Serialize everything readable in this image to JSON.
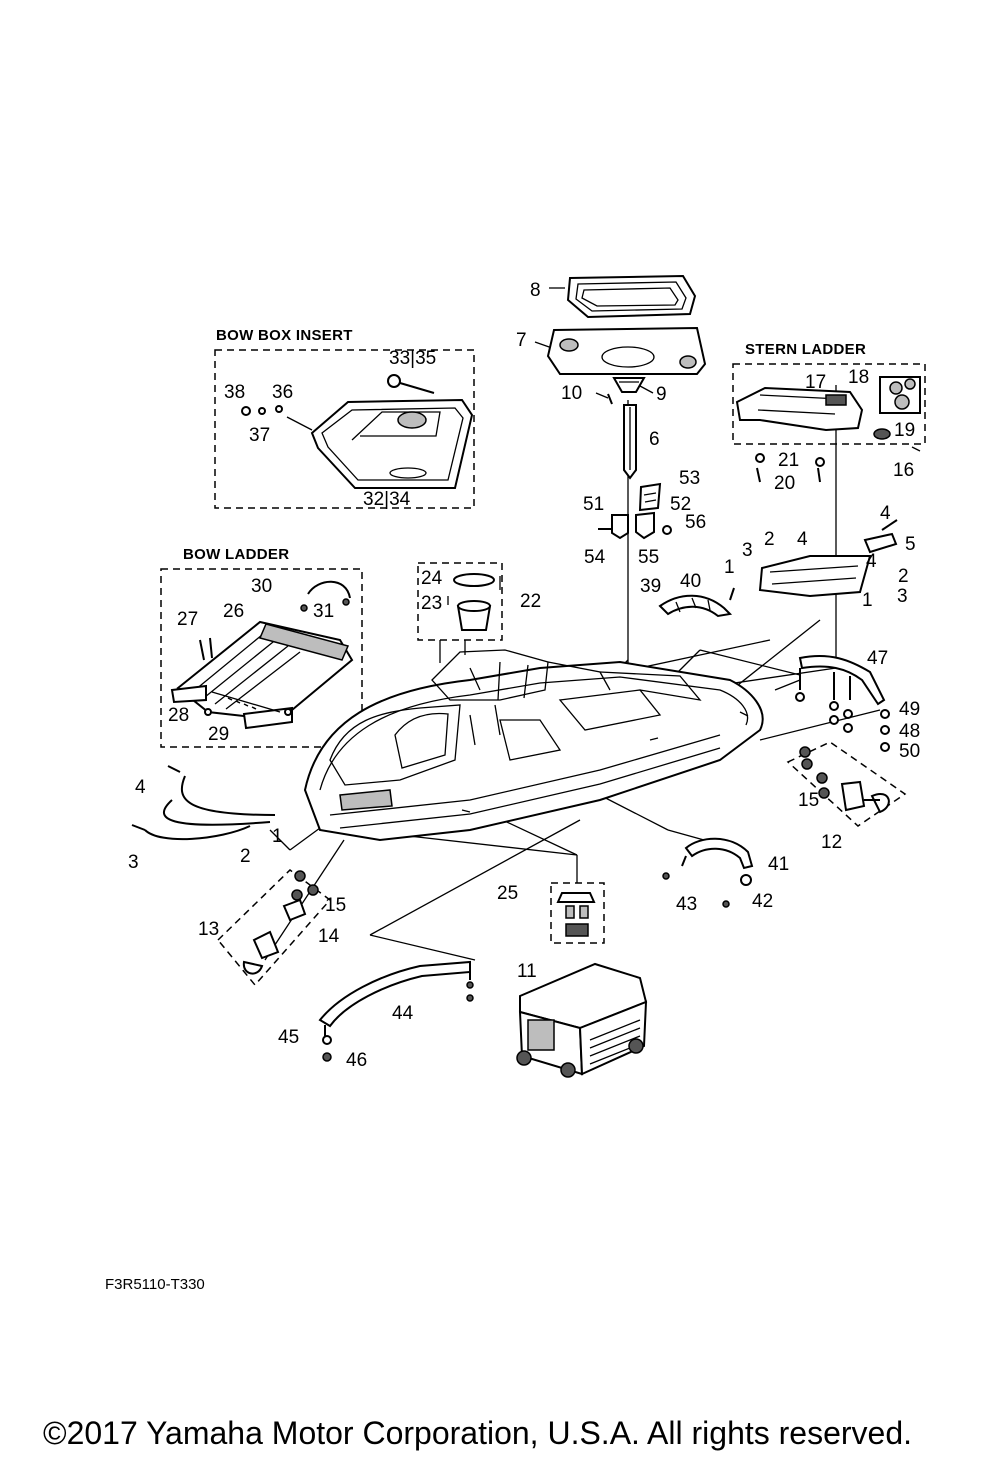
{
  "boxes": {
    "bow_box_insert": "BOW BOX INSERT",
    "stern_ladder": "STERN LADDER",
    "bow_ladder": "BOW LADDER"
  },
  "callouts": {
    "c8": "8",
    "c7": "7",
    "c10": "10",
    "c9": "9",
    "c6": "6",
    "c53": "53",
    "c51": "51",
    "c52": "52",
    "c56": "56",
    "c54": "54",
    "c55": "55",
    "c33_35": "33|35",
    "c38": "38",
    "c36": "36",
    "c37": "37",
    "c32_34": "32|34",
    "c17": "17",
    "c18": "18",
    "c19": "19",
    "c21": "21",
    "c20": "20",
    "c16": "16",
    "c4_top": "4",
    "c5": "5",
    "c2_r": "2",
    "c4_r1": "4",
    "c3_r1": "3",
    "c1_r1": "1",
    "c4_r2": "4",
    "c2_r2": "2",
    "c1_r2": "1",
    "c3_r2": "3",
    "c39": "39",
    "c40": "40",
    "c24": "24",
    "c23": "23",
    "c22": "22",
    "c30": "30",
    "c31": "31",
    "c27": "27",
    "c26": "26",
    "c28": "28",
    "c29": "29",
    "c47": "47",
    "c49": "49",
    "c48": "48",
    "c50": "50",
    "c15_r": "15",
    "c12": "12",
    "c4_l": "4",
    "c1_l": "1",
    "c3_l": "3",
    "c2_l": "2",
    "c41": "41",
    "c42": "42",
    "c43": "43",
    "c25": "25",
    "c15_l": "15",
    "c14": "14",
    "c13": "13",
    "c11": "11",
    "c44": "44",
    "c45": "45",
    "c46": "46"
  },
  "diagram_code": "F3R5110-T330",
  "copyright": "©2017 Yamaha Motor Corporation, U.S.A. All rights reserved."
}
